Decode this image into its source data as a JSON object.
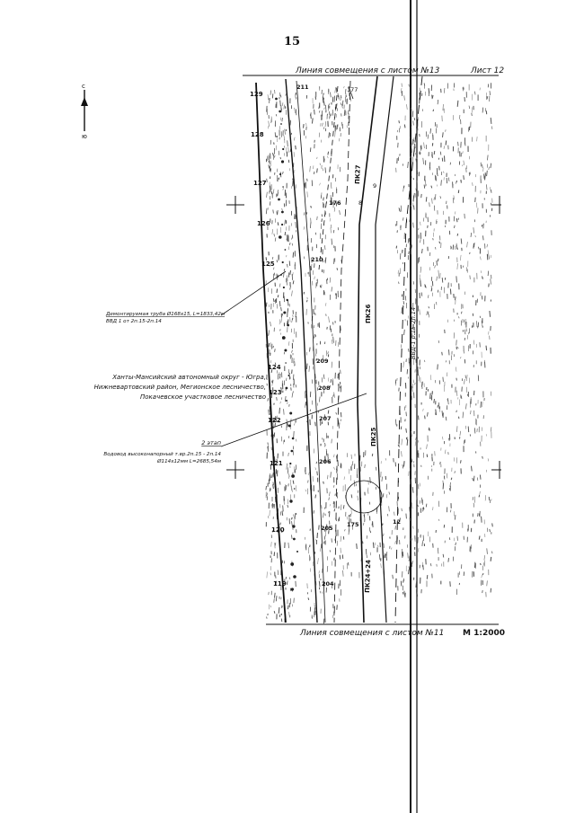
{
  "page_number": "15",
  "sheet_label": "Лист 12",
  "scale": "М 1:2000",
  "match_line_top": "Линия совмещения с листом №13",
  "match_line_bottom": "Линия совмещения с листом №11",
  "north_arrow": {
    "top_letter": "с",
    "bottom_letter": "ю"
  },
  "annotation_pipe": {
    "line1": "Демонтируемая труба Ø168х15, L=1833,42м",
    "line2": "ВВД 1 от 2п.15-2п.14"
  },
  "annotation_region": {
    "line1": "Ханты-Мансийский автономный округ - Югра,",
    "line2": "Нижневартовский район, Мегионское лесничество,",
    "line3": "Покачевское участковое лесничество"
  },
  "annotation_stage": {
    "line1": "2 этап",
    "line2": "Водовод высоконапорный т.вр.2п.15 - 2п.14",
    "line3": "Ø114х12мм L=2685,54м"
  },
  "left_pickets": [
    "129",
    "128",
    "127",
    "126",
    "125",
    "124",
    "123",
    "122",
    "121",
    "120",
    "119"
  ],
  "mid_pickets": [
    "211",
    "210",
    "209",
    "208",
    "207",
    "206",
    "205",
    "204"
  ],
  "right_labels": [
    "177",
    "176",
    "175",
    "ПК27",
    "ПК26",
    "ПК25",
    "ПК24+24"
  ],
  "vertical_label": "ВВД-1 р.15-2п.14",
  "edge_labels": [
    "9",
    "8",
    "12"
  ],
  "colors": {
    "ink": "#111111",
    "paper": "#ffffff",
    "hatch": "#555555"
  }
}
